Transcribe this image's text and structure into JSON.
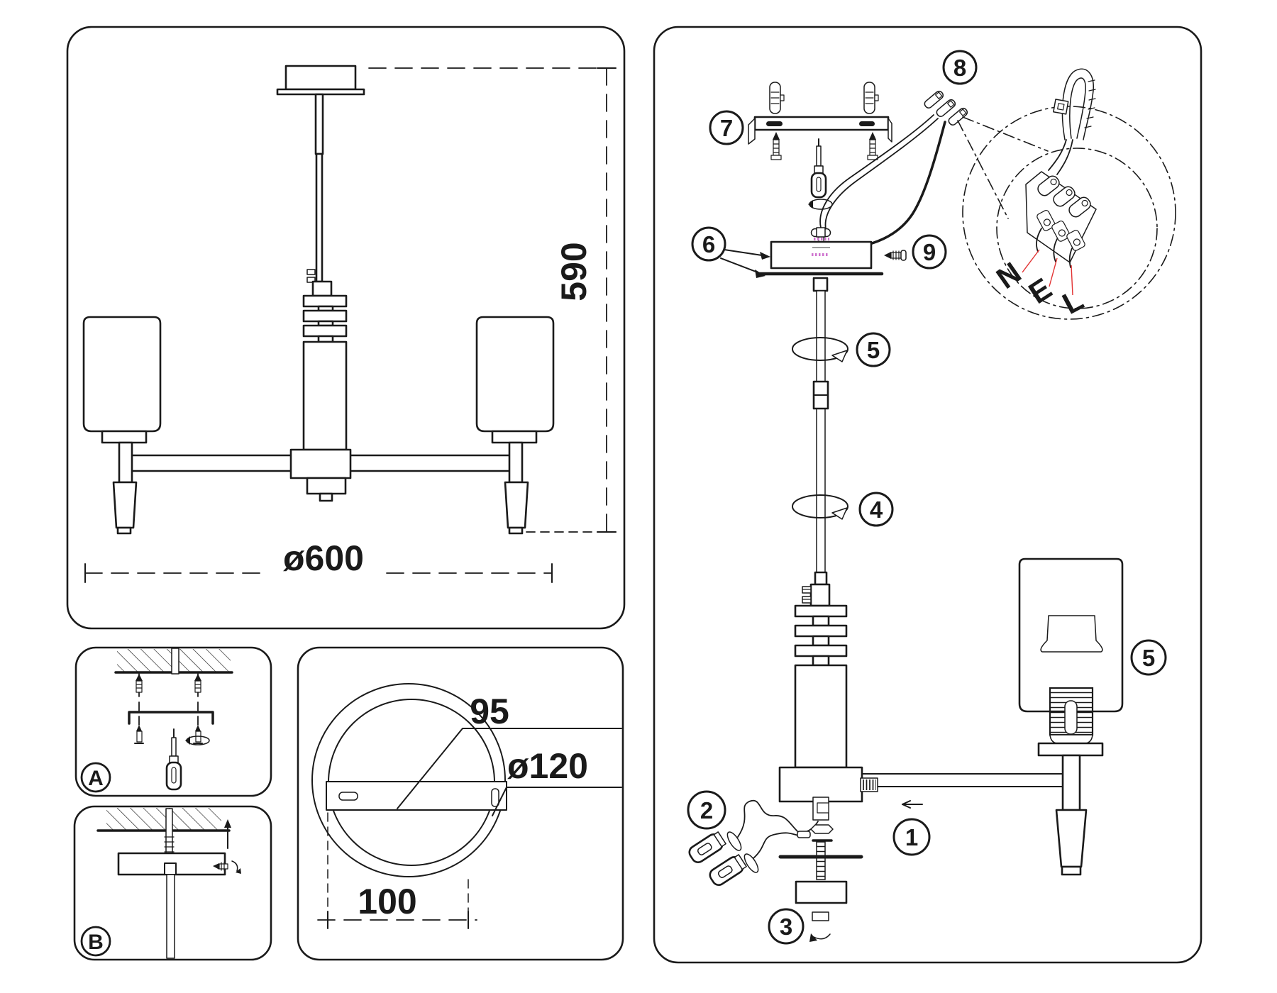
{
  "drawing": {
    "dimensions": {
      "overall_height": "590",
      "overall_diameter": "ø600",
      "bracket_length": "95",
      "canopy_diameter": "ø120",
      "hole_spacing": "100"
    },
    "steps": [
      "1",
      "2",
      "3",
      "4",
      "5",
      "6",
      "7",
      "8",
      "9"
    ],
    "panels": {
      "a_label": "A",
      "b_label": "B"
    },
    "wires": {
      "neutral": "N",
      "earth": "E",
      "live": "L"
    },
    "colors": {
      "line": "#1a1a1a",
      "terminal_marks": "#cf74cf",
      "wire_leaders": "#e23333"
    }
  }
}
